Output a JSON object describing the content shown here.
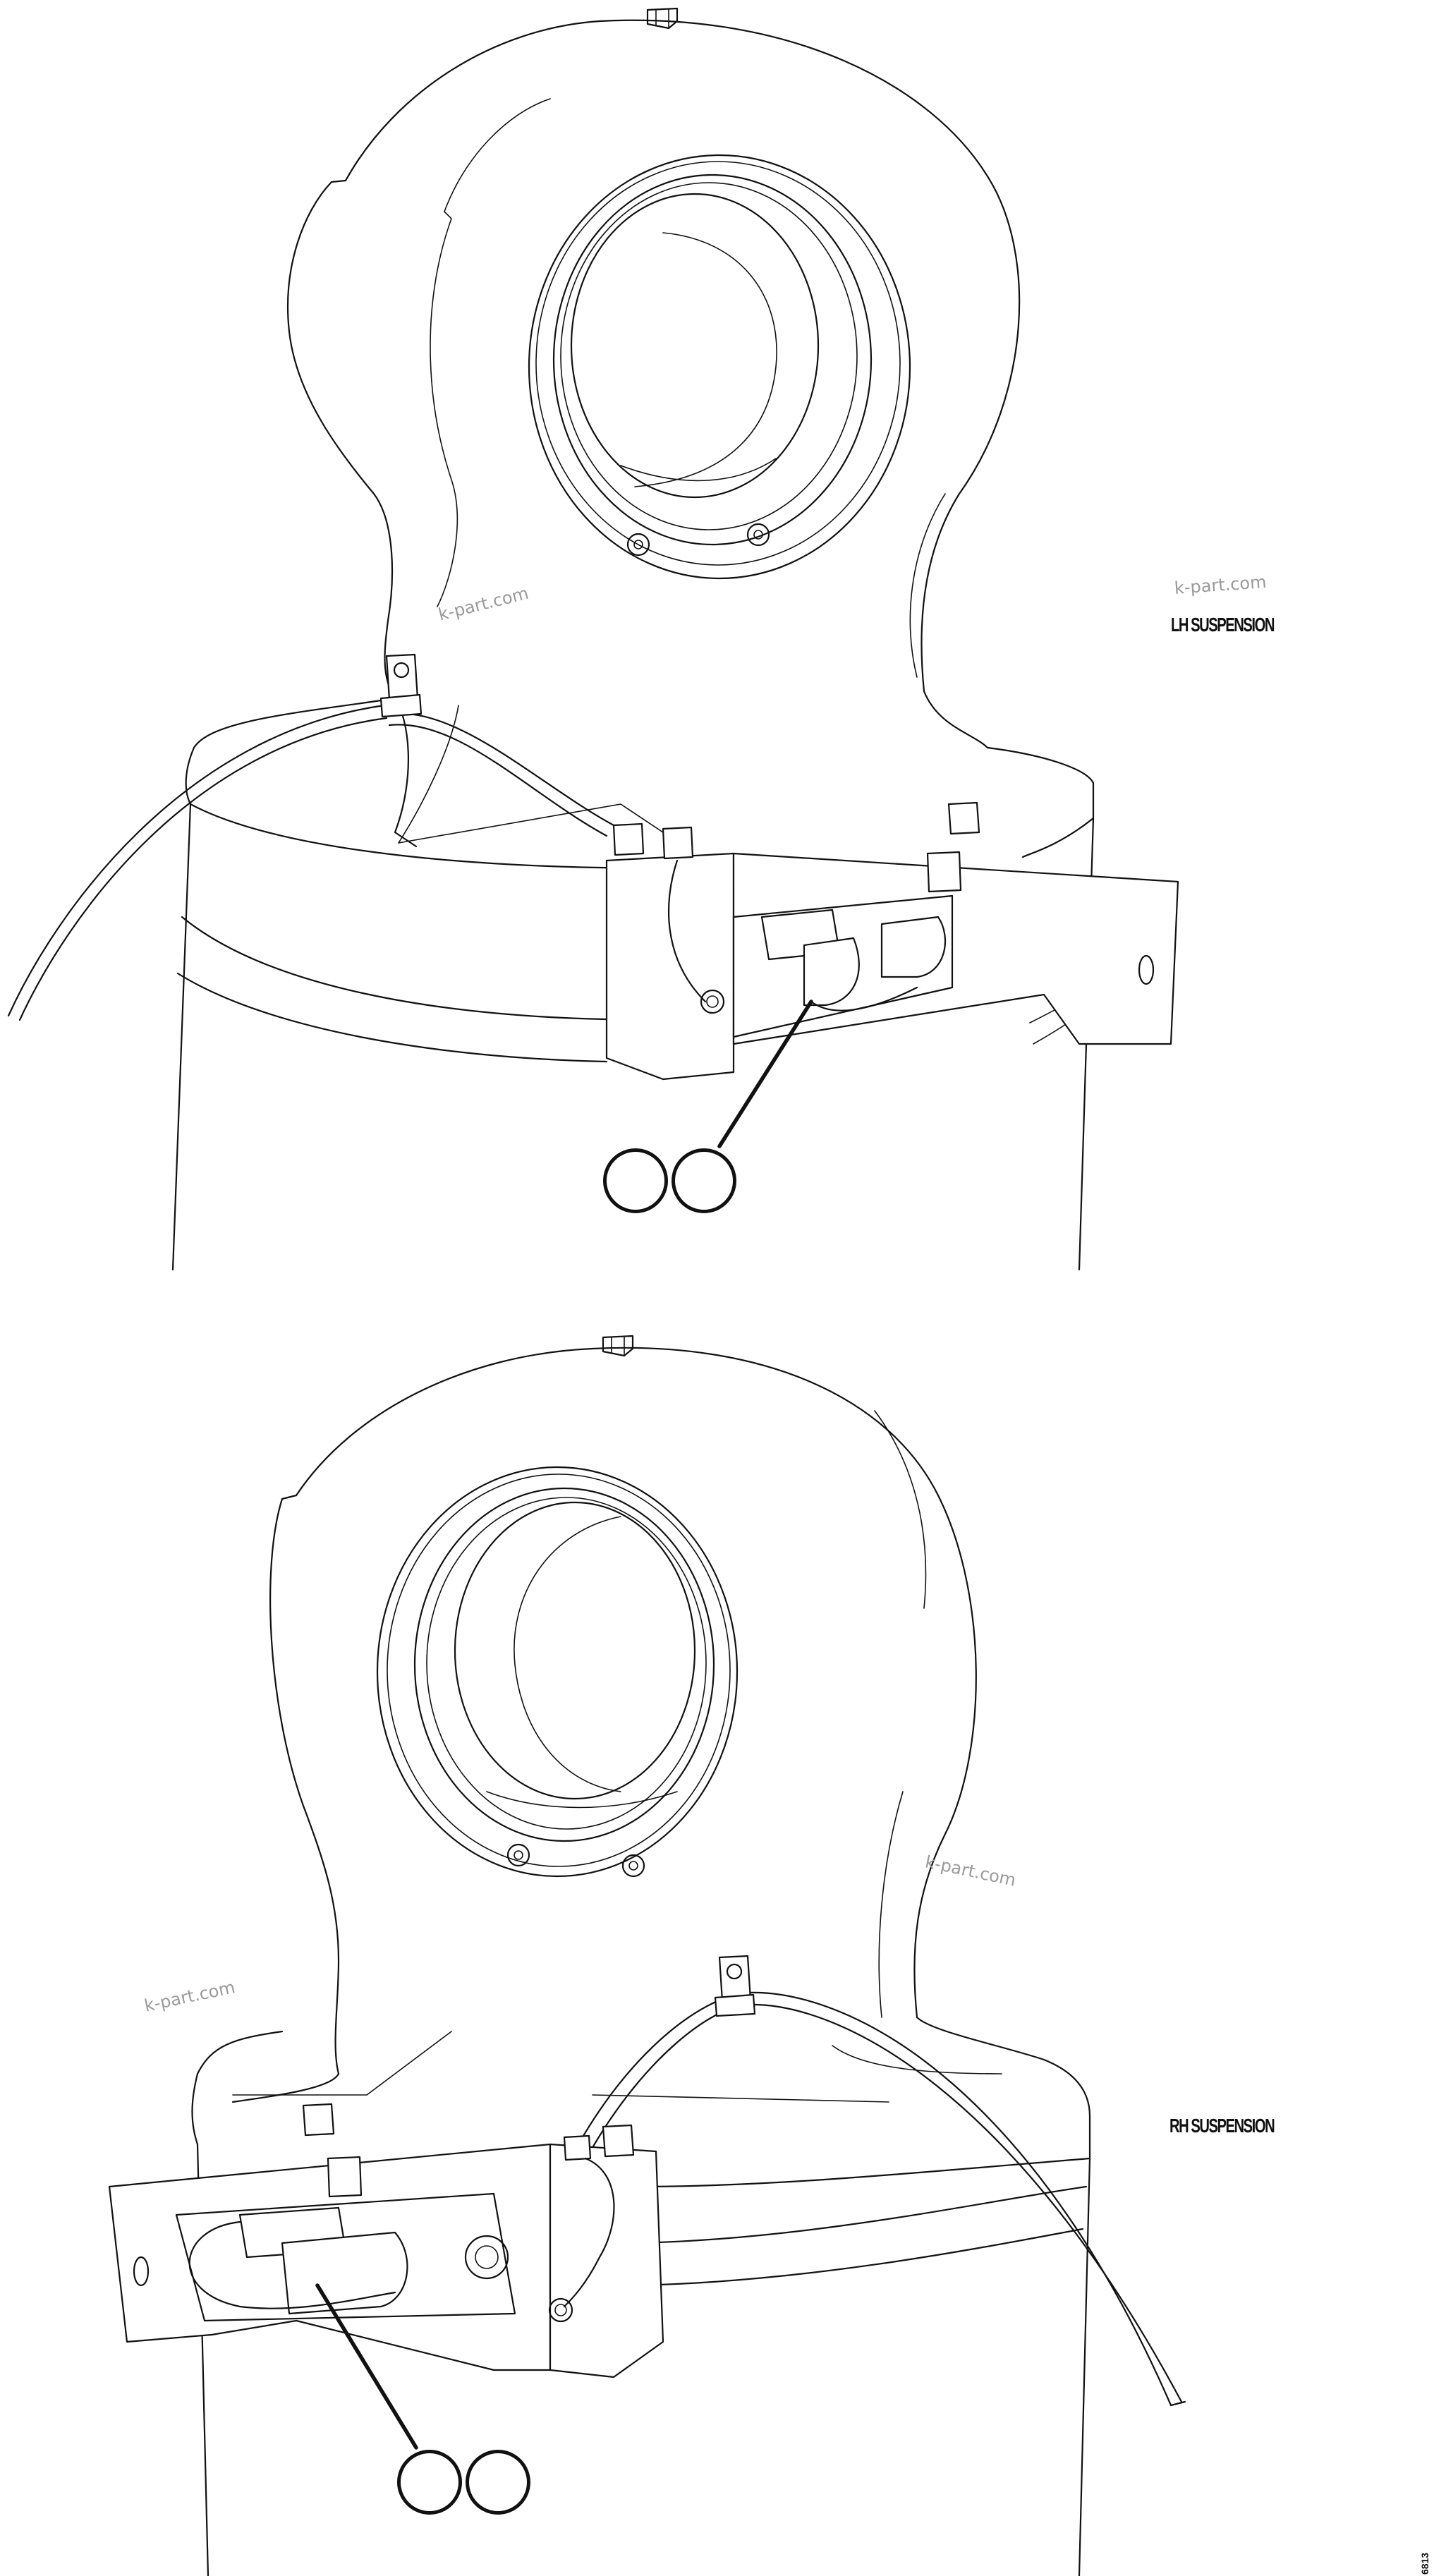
{
  "figure": {
    "top_view": {
      "label": "LH SUSPENSION",
      "callouts": [
        "",
        ""
      ]
    },
    "bottom_view": {
      "label": "RH SUSPENSION",
      "callouts": [
        "",
        ""
      ]
    },
    "watermarks": [
      "k-part.com",
      "k-part.com",
      "k-part.com",
      "k-part.com"
    ],
    "reference_code": "6813"
  },
  "colors": {
    "line": "#111111",
    "background": "#ffffff",
    "watermark": "#9a9a9a"
  },
  "icons": [
    "suspension-cylinder-drawing",
    "callout-bubble"
  ]
}
